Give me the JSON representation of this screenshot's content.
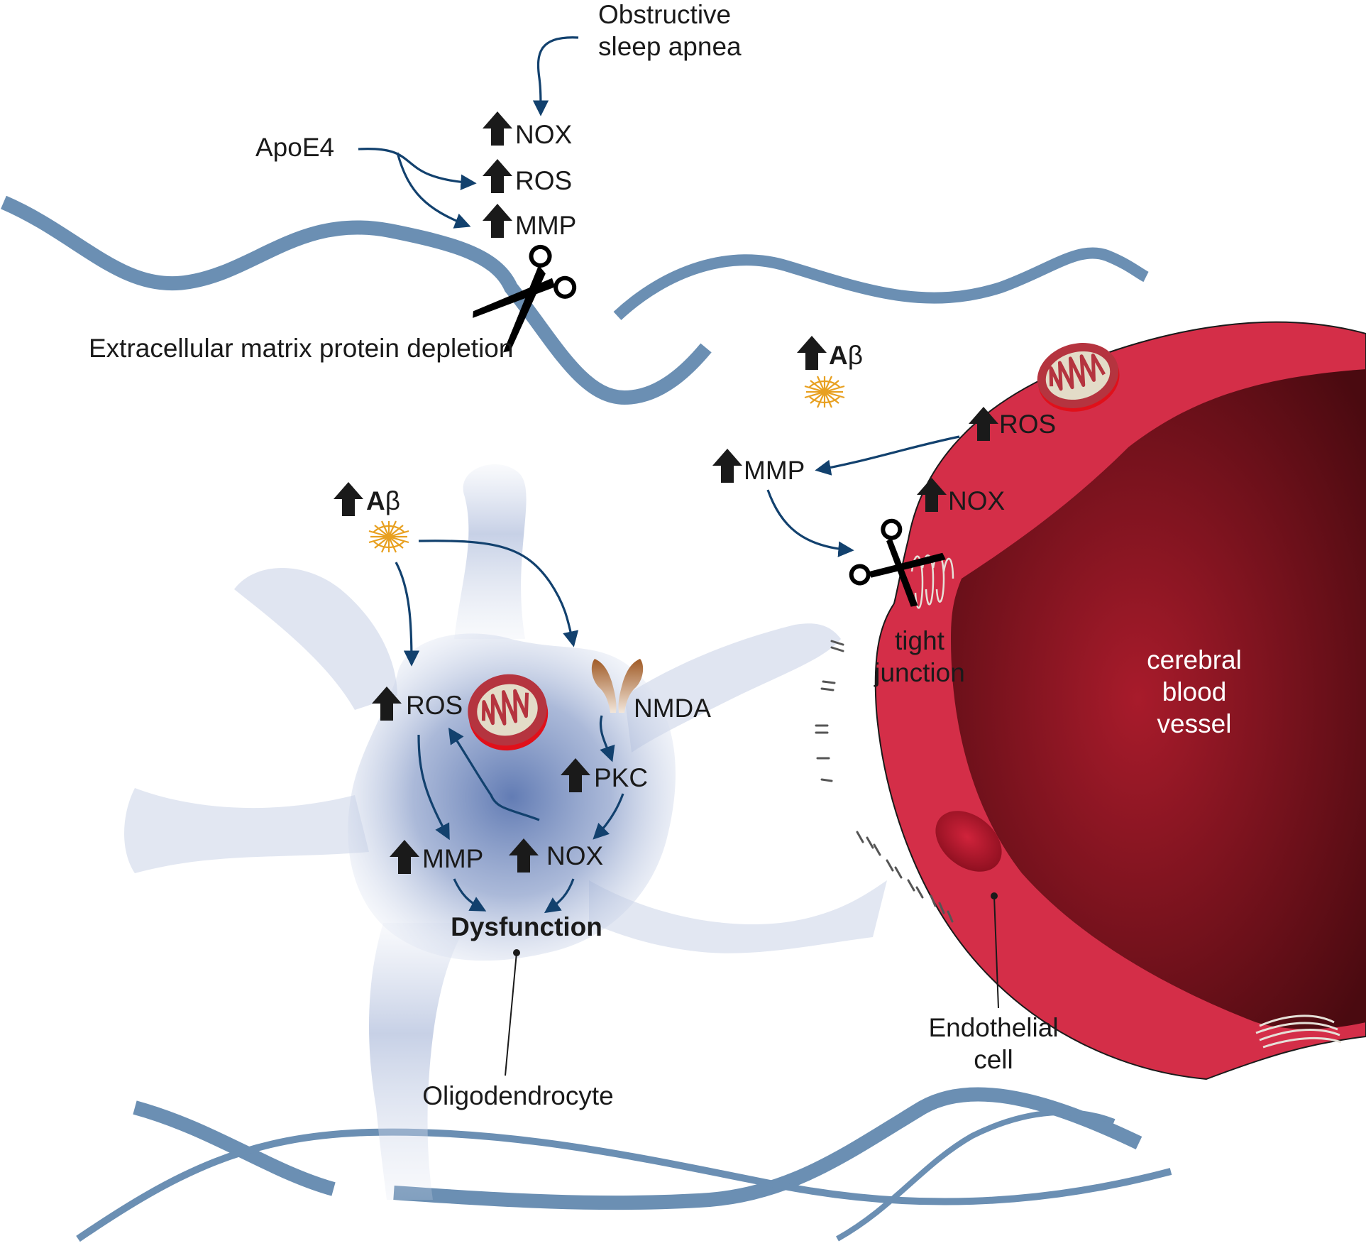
{
  "labels": {
    "osa": [
      "Obstructive",
      "sleep apnea"
    ],
    "apoe4": "ApoE4",
    "top_nox": "NOX",
    "top_ros": "ROS",
    "top_mmp": "MMP",
    "ecm_depletion": "Extracellular matrix protein depletion",
    "abeta_letter": "A",
    "abeta_beta": "β",
    "vessel_ros": "ROS",
    "vessel_mmp": "MMP",
    "vessel_nox": "NOX",
    "tight_junction": [
      "tight",
      "junction"
    ],
    "vessel": [
      "cerebral",
      "blood",
      "vessel"
    ],
    "endothelial": [
      "Endothelial",
      "cell"
    ],
    "cell_ros": "ROS",
    "nmda": "NMDA",
    "pkc": "PKC",
    "cell_mmp": "MMP",
    "cell_nox": "NOX",
    "dysfunction": "Dysfunction",
    "oligodendrocyte": "Oligodendrocyte"
  },
  "colors": {
    "arrow": "#12416e",
    "fiber": "#6b8fb3",
    "vessel_wall": "#d42e48",
    "vessel_lumen": "#6e0d18",
    "amyloid": "#e8a020",
    "cell_body": "#5a75b0"
  }
}
